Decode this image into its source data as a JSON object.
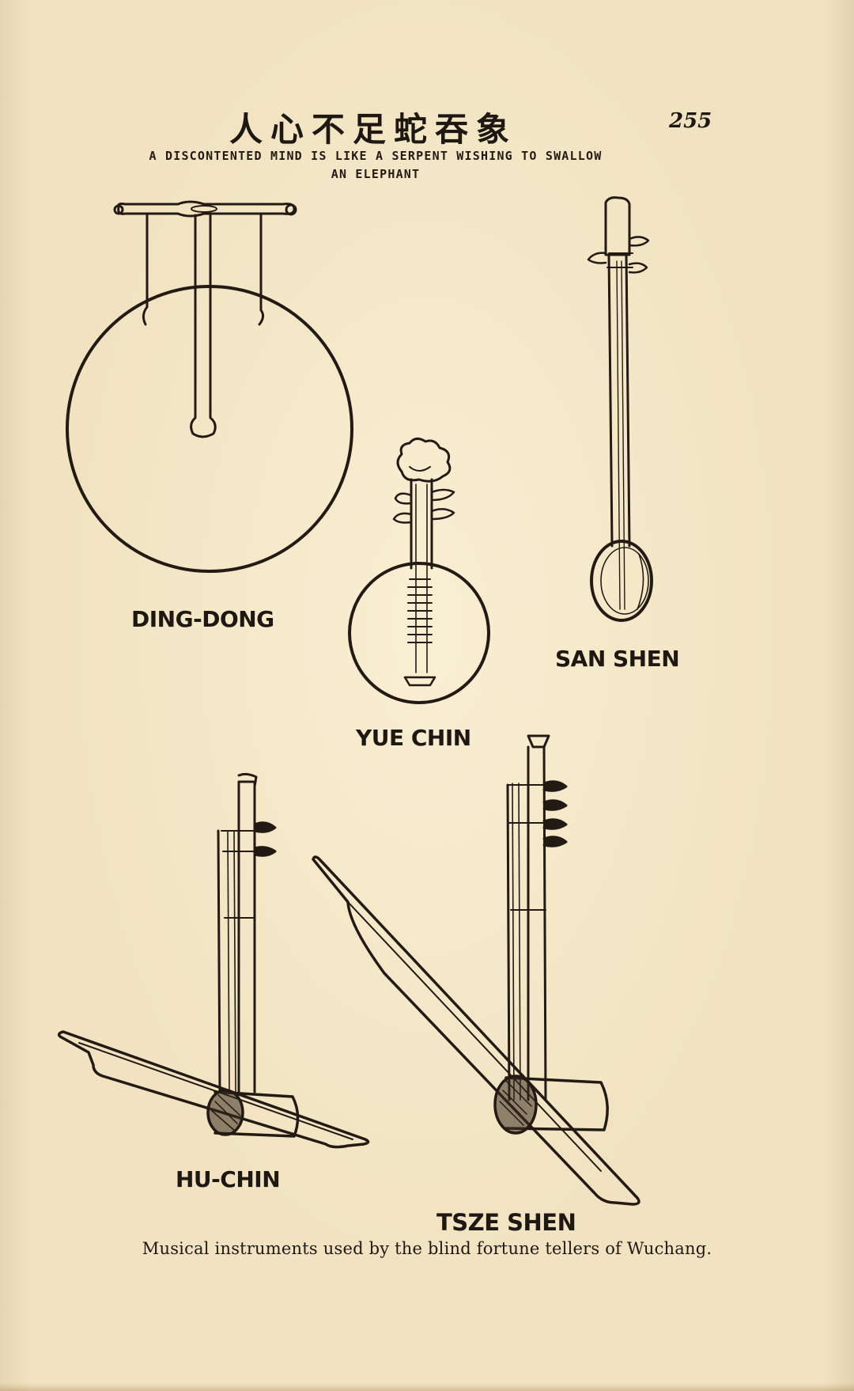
{
  "header": {
    "chinese_title": "人心不足蛇吞象",
    "page_number": "255",
    "subtitle_line1": "A DISCONTENTED MIND IS LIKE A SERPENT WISHING TO SWALLOW",
    "subtitle_line2": "AN ELEPHANT"
  },
  "instruments": {
    "ding_dong": "DING-DONG",
    "san_shen": "SAN SHEN",
    "yue_chin": "YUE CHIN",
    "hu_chin": "HU-CHIN",
    "tsze_shen": "TSZE SHEN"
  },
  "caption": "Musical instruments used by the blind fortune tellers of Wuchang.",
  "colors": {
    "paper": "#f1e3c1",
    "ink": "#231b13"
  }
}
